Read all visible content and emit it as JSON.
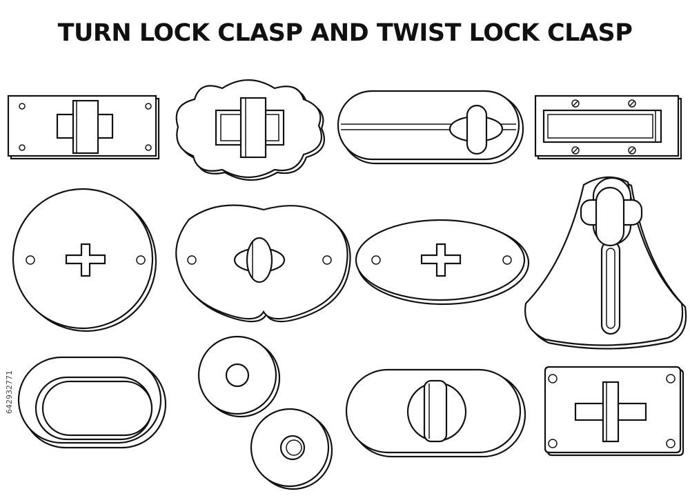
{
  "title": "TURN LOCK CLASP AND TWIST LOCK CLASP",
  "stock_id": "642932771",
  "items": [
    {
      "id": "rect-plate-clasp",
      "icon": "rectangular-plate-turn-lock-icon"
    },
    {
      "id": "scalloped-clasp",
      "icon": "scalloped-turn-lock-icon"
    },
    {
      "id": "capsule-twist-clasp",
      "icon": "capsule-twist-lock-icon"
    },
    {
      "id": "slot-plate-clasp",
      "icon": "slot-plate-clasp-icon"
    },
    {
      "id": "round-cross-clasp",
      "icon": "round-cross-plate-icon"
    },
    {
      "id": "double-oval-clasp",
      "icon": "double-oval-twist-lock-icon"
    },
    {
      "id": "oval-cross-clasp",
      "icon": "oval-cross-plate-icon"
    },
    {
      "id": "fan-hasp-clasp",
      "icon": "fan-hasp-lock-icon"
    },
    {
      "id": "oval-eyelet-clasp",
      "icon": "oval-eyelet-icon"
    },
    {
      "id": "round-washers",
      "icon": "round-washer-icon"
    },
    {
      "id": "pill-twist-clasp",
      "icon": "pill-twist-lock-icon"
    },
    {
      "id": "notched-plate-clasp",
      "icon": "notched-cross-plate-icon"
    }
  ]
}
